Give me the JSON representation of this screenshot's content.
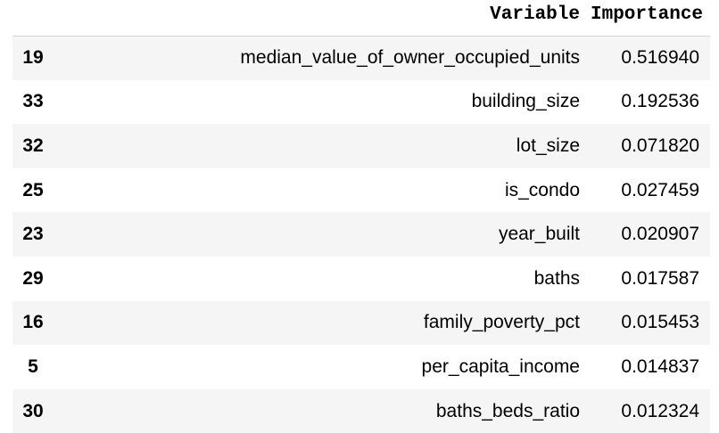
{
  "table": {
    "headers": {
      "index": "",
      "variable": "Variable",
      "importance": "Importance"
    },
    "rows": [
      {
        "index": "19",
        "variable": "median_value_of_owner_occupied_units",
        "importance": "0.516940"
      },
      {
        "index": "33",
        "variable": "building_size",
        "importance": "0.192536"
      },
      {
        "index": "32",
        "variable": "lot_size",
        "importance": "0.071820"
      },
      {
        "index": "25",
        "variable": "is_condo",
        "importance": "0.027459"
      },
      {
        "index": "23",
        "variable": "year_built",
        "importance": "0.020907"
      },
      {
        "index": "29",
        "variable": "baths",
        "importance": "0.017587"
      },
      {
        "index": "16",
        "variable": "family_poverty_pct",
        "importance": "0.015453"
      },
      {
        "index": "5",
        "variable": "per_capita_income",
        "importance": "0.014837"
      },
      {
        "index": "30",
        "variable": "baths_beds_ratio",
        "importance": "0.012324"
      }
    ]
  }
}
